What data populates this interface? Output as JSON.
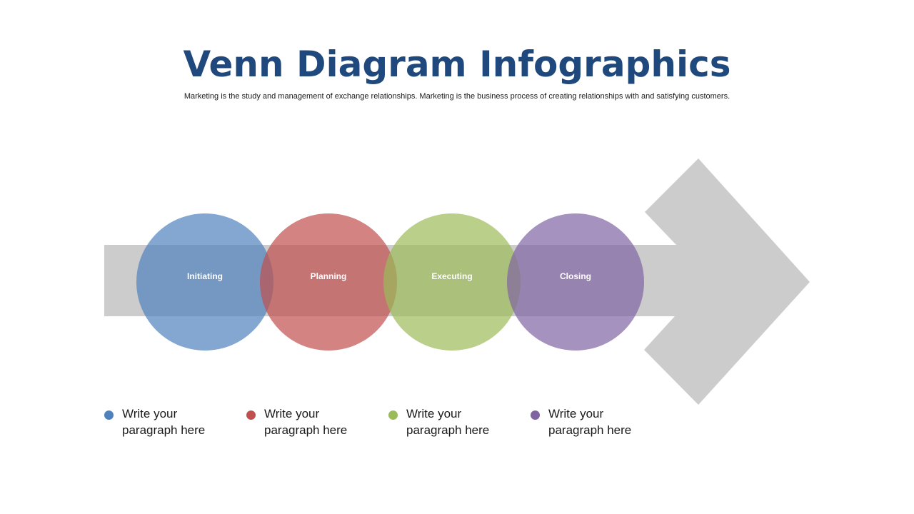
{
  "header": {
    "title": "Venn Diagram Infographics",
    "subtitle": "Marketing is the study and management of exchange relationships. Marketing is the  business process of creating relationships with and satisfying customers."
  },
  "stages": [
    {
      "label": "Initiating",
      "color": "#4f81bd",
      "legend_text_line1": "Write your",
      "legend_text_line2": "paragraph here"
    },
    {
      "label": "Planning",
      "color": "#c0504d",
      "legend_text_line1": "Write your",
      "legend_text_line2": "paragraph here"
    },
    {
      "label": "Executing",
      "color": "#9bbb59",
      "legend_text_line1": "Write your",
      "legend_text_line2": "paragraph here"
    },
    {
      "label": "Closing",
      "color": "#8064a2",
      "legend_text_line1": "Write your",
      "legend_text_line2": "paragraph here"
    }
  ],
  "colors": {
    "title": "#1f497d",
    "arrow": "#cccccc"
  },
  "icons": {
    "legend_marker": "circle-bullet"
  }
}
